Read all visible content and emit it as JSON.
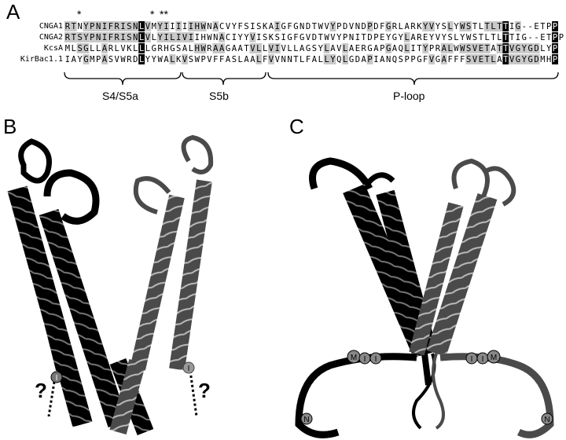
{
  "panels": {
    "a": "A",
    "b": "B",
    "c": "C"
  },
  "alignment": {
    "sequences": [
      {
        "name": "CNGA1",
        "seq": "RTNYPNIFRISNLVMYIIIIIHWNACVYFSISKAIGFGNDTWVYPDVNDPDFGRLARKYVYSLYWSTLTLTTIG--ETPP"
      },
      {
        "name": "CNGA2",
        "seq": "RTSYPNIFRISNLVLYILIVIIHWNACIYYVISKSIGFGVDTWVYPNITDPEYGYLAREYVYSLYWSTLTLTTIG--ETPP"
      },
      {
        "name": "KcsA",
        "seq": "MLSGLLARLVKLLLGRHGSALHWRAAGAATVLLVIVLLAGSYLAVLAERGAPGAQLITYPRALWWSVETATTVGYGDLYP"
      },
      {
        "name": "KirBac1.1",
        "seq": "IAYGMPASVWRDLYYWALKVSWPVFFASLAALFVVNNTLFALLYQLGDAPIANQSPPGFVGAFFFSVETLATVGYGDMHP"
      }
    ],
    "stars": [
      "*",
      "*",
      "**"
    ],
    "regions": [
      "S4/S5a",
      "S5b",
      "P-loop"
    ]
  },
  "structure_b": {
    "question_left": "?",
    "question_right": "?",
    "residue_left": "I",
    "residue_right": "I"
  },
  "structure_c": {
    "m_left": "M",
    "i1_left": "I",
    "i2_left": "I",
    "m_right": "M",
    "i1_right": "I",
    "i2_right": "I",
    "n_left": "N",
    "n_right": "N"
  }
}
